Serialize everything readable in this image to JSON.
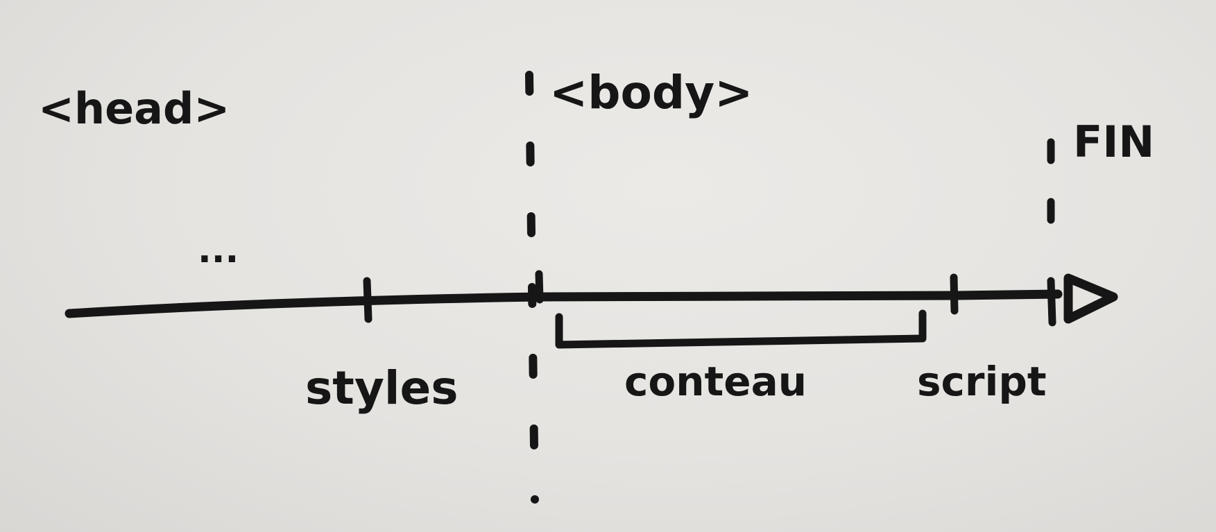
{
  "diagram": {
    "head_label": "<head>",
    "body_label": "<body>",
    "end_label": "FIN",
    "ellipsis": "...",
    "styles_label": "styles",
    "content_label": "conteau",
    "script_label": "script"
  },
  "colors": {
    "ink": "#161616",
    "paper": "#e6e4e1"
  }
}
